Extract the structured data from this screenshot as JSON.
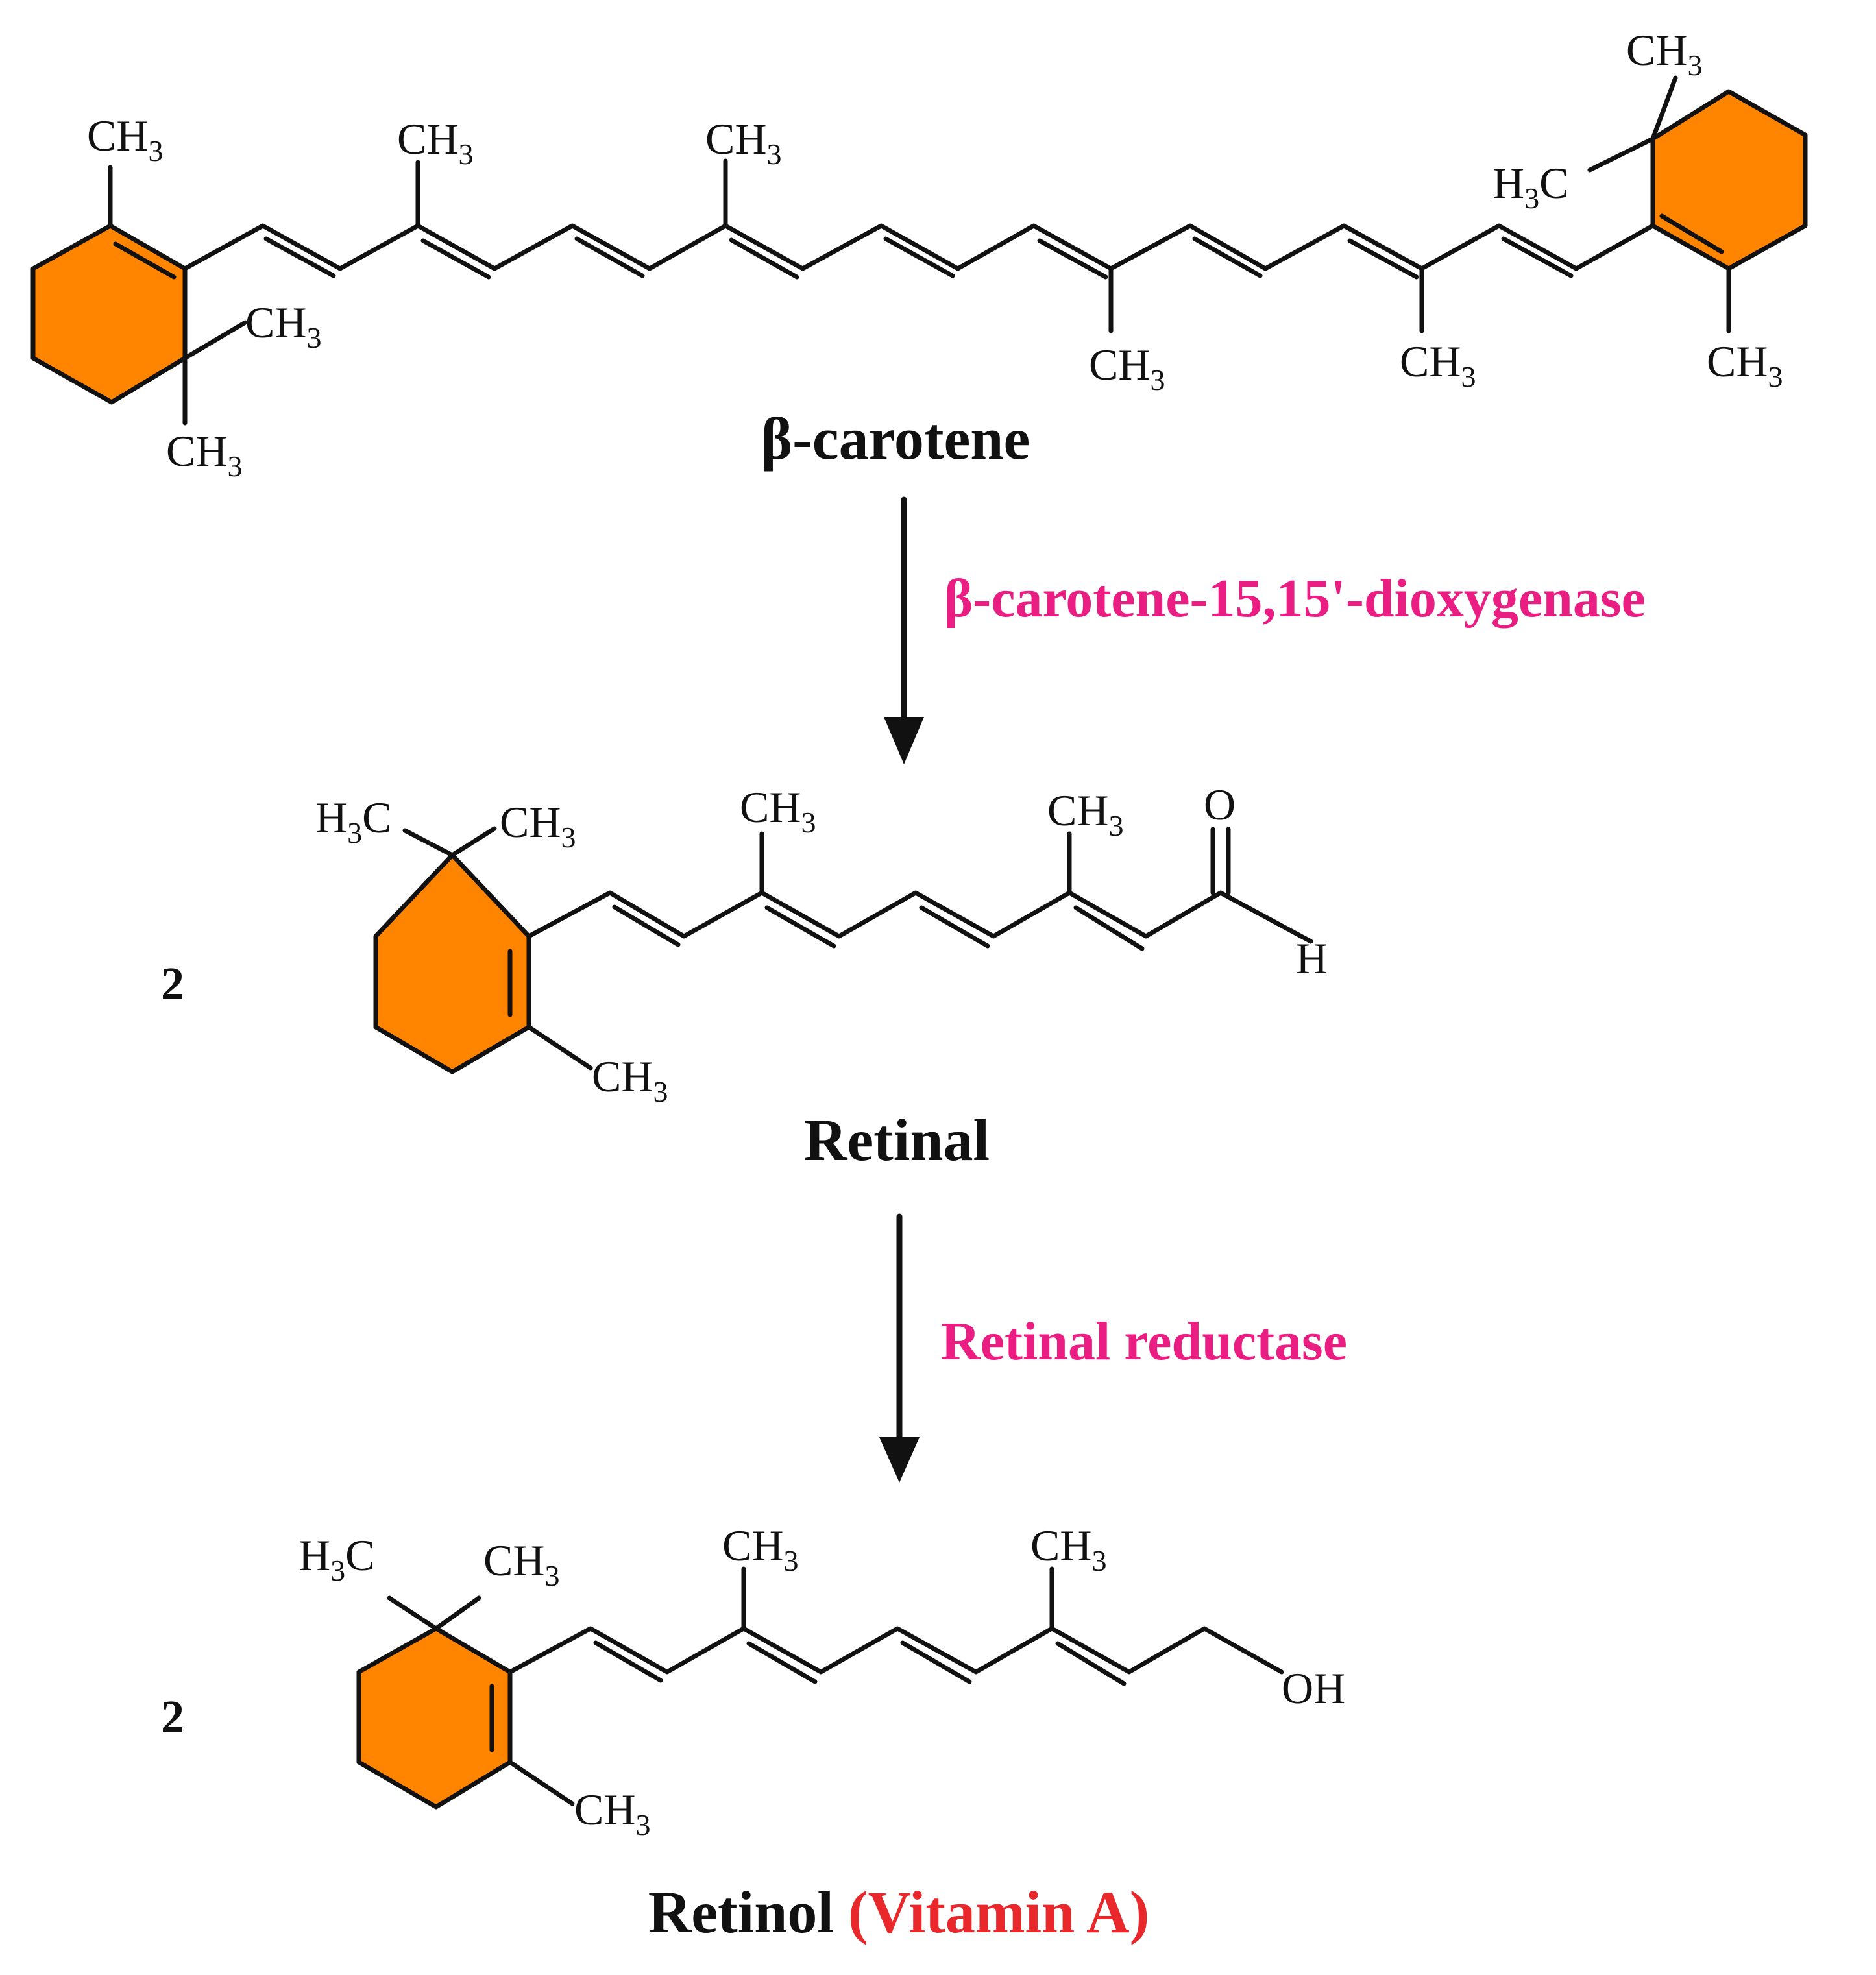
{
  "colors": {
    "ring_fill": "#ff8400",
    "bond": "#111111",
    "enzyme": "#ea1e82",
    "vitamin": "#e8282a",
    "text": "#111111"
  },
  "atoms": {
    "c": "C",
    "h": "H",
    "three": "3",
    "o": "O",
    "oh": "OH"
  },
  "molecules": {
    "beta_carotene": {
      "name": "β-carotene"
    },
    "retinal": {
      "name": "Retinal",
      "coefficient": "2"
    },
    "retinol": {
      "name": "Retinol",
      "alias": "(Vitamin A)",
      "coefficient": "2"
    }
  },
  "steps": [
    {
      "enzyme": "β-carotene-15,15'-dioxygenase"
    },
    {
      "enzyme": "Retinal reductase"
    }
  ]
}
